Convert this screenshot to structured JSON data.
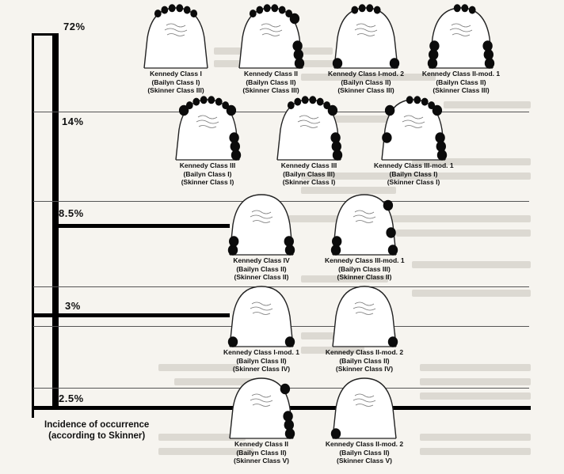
{
  "incidence_labels": [
    "72%",
    "14%",
    "8.5%",
    "3%",
    "2.5%"
  ],
  "footer": {
    "line1": "Incidence of occurrence",
    "line2": "(according to Skinner)"
  },
  "arches": [
    {
      "kennedy": "Kennedy Class I",
      "bailyn": "(Bailyn Class I)",
      "skinner": "(Skinner Class III)"
    },
    {
      "kennedy": "Kennedy Class II",
      "bailyn": "(Bailyn Class II)",
      "skinner": "(Skinner Class III)"
    },
    {
      "kennedy": "Kennedy Class I-mod. 2",
      "bailyn": "(Bailyn Class II)",
      "skinner": "(Skinner Class III)"
    },
    {
      "kennedy": "Kennedy Class II-mod. 1",
      "bailyn": "(Bailyn Class II)",
      "skinner": "(Skinner Class III)"
    },
    {
      "kennedy": "Kennedy Class III",
      "bailyn": "(Bailyn Class I)",
      "skinner": "(Skinner Class I)"
    },
    {
      "kennedy": "Kennedy Class III",
      "bailyn": "(Bailyn Class III)",
      "skinner": "(Skinner Class I)"
    },
    {
      "kennedy": "Kennedy Class III-mod. 1",
      "bailyn": "(Bailyn Class I)",
      "skinner": "(Skinner Class I)"
    },
    {
      "kennedy": "Kennedy Class IV",
      "bailyn": "(Bailyn Class II)",
      "skinner": "(Skinner Class II)"
    },
    {
      "kennedy": "Kennedy Class III-mod. 1",
      "bailyn": "(Bailyn Class III)",
      "skinner": "(Skinner Class II)"
    },
    {
      "kennedy": "Kennedy Class I-mod. 1",
      "bailyn": "(Bailyn Class II)",
      "skinner": "(Skinner Class IV)"
    },
    {
      "kennedy": "Kennedy Class II-mod. 2",
      "bailyn": "(Bailyn Class II)",
      "skinner": "(Skinner Class IV)"
    },
    {
      "kennedy": "Kennedy Class II",
      "bailyn": "(Bailyn Class II)",
      "skinner": "(Skinner Class V)"
    },
    {
      "kennedy": "Kennedy Class II-mod. 2",
      "bailyn": "(Bailyn Class II)",
      "skinner": "(Skinner Class V)"
    }
  ]
}
